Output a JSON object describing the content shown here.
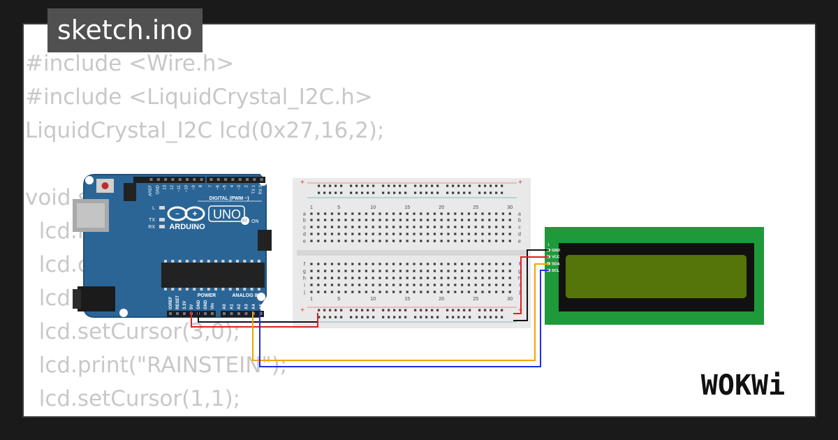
{
  "file_tab": "sketch.ino",
  "code_lines": [
    "#include <Wire.h>",
    "#include <LiquidCrystal_I2C.h>",
    "LiquidCrystal_I2C lcd(0x27,16,2);",
    "",
    "void setup() {",
    "  lcd.init();",
    "  lcd.clear();",
    "  lcd.backlight();",
    "  lcd.setCursor(3,0);",
    "  lcd.print(\"RAINSTEIN\");",
    "  lcd.setCursor(1,1);"
  ],
  "arduino": {
    "brand_label": "ARDUINO",
    "model_label": "UNO",
    "digital_label": "DIGITAL (PWM ~)",
    "power_label": "POWER",
    "analog_label": "ANALOG IN",
    "on_label": "ON",
    "l_label": "L",
    "tx_label": "TX",
    "rx_label": "RX",
    "digital_pins": [
      "AREF",
      "GND",
      "13",
      "12",
      "~11",
      "~10",
      "~9",
      "8",
      "7",
      "~6",
      "~5",
      "4",
      "~3",
      "2",
      "TX 1",
      "RX 0"
    ],
    "power_pins": [
      "IOREF",
      "RESET",
      "3.3V",
      "5V",
      "GND",
      "GND",
      "Vin"
    ],
    "analog_pins": [
      "A0",
      "A1",
      "A2",
      "A3",
      "A4",
      "A5"
    ]
  },
  "breadboard": {
    "column_numbers": [
      "1",
      "5",
      "10",
      "15",
      "20",
      "25",
      "30"
    ],
    "top_rows": [
      "a",
      "b",
      "c",
      "d",
      "e"
    ],
    "bottom_rows": [
      "f",
      "g",
      "h",
      "i",
      "j"
    ],
    "plus": "+",
    "minus": "-"
  },
  "lcd": {
    "pin_labels": [
      "GND",
      "VCC",
      "SDA",
      "SCL"
    ],
    "corner_label": "1",
    "board_color": "#1f9a3a",
    "screen_color": "#55740a"
  },
  "wire_colors": {
    "black": "#111111",
    "red": "#e02020",
    "orange": "#f2a500",
    "blue": "#1f2ee0"
  },
  "logo_text": "WOKWi"
}
